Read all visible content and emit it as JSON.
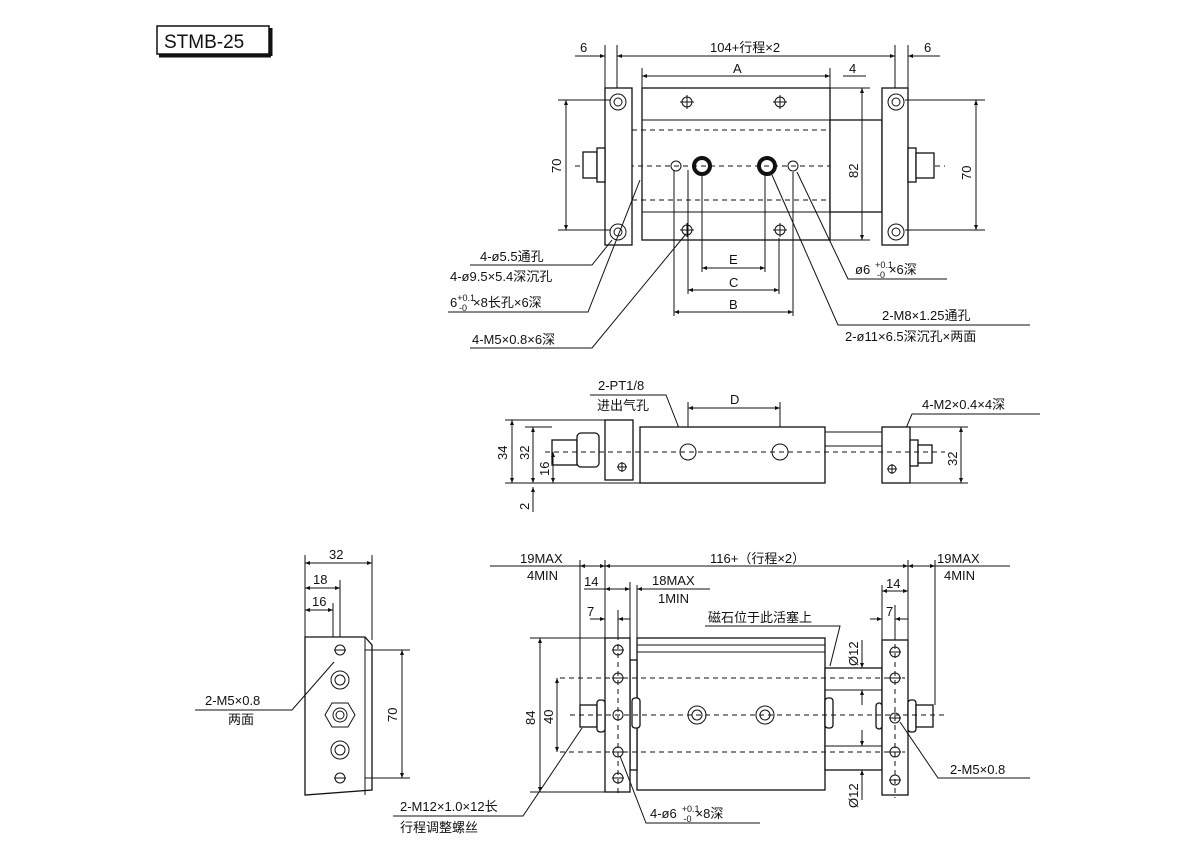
{
  "title": "STMB-25",
  "top_view": {
    "dim_left": "6",
    "dim_total": "104+行程×2",
    "dim_right": "6",
    "dim_a": "A",
    "dim_4": "4",
    "dim_70_left": "70",
    "dim_70_right": "70",
    "dim_82": "82",
    "dim_e": "E",
    "dim_c": "C",
    "dim_b": "B",
    "note_through_hole": "4-ø5.5通孔",
    "note_counterbore": "4-ø9.5×5.4深沉孔",
    "note_slot_base": "6",
    "note_slot_tol_plus": "+0.1",
    "note_slot_tol_minus": "-0",
    "note_slot_rest": "×8长孔×6深",
    "note_m5": "4-M5×0.8×6深",
    "note_pin_base": "ø6",
    "note_pin_tol_plus": "+0.1",
    "note_pin_tol_minus": "-0",
    "note_pin_rest": "×6深",
    "note_m8": "2-M8×1.25通孔",
    "note_m8_cb": "2-ø11×6.5深沉孔×两面"
  },
  "side_view": {
    "port_label": "2-PT1/8",
    "port_desc": "进出气孔",
    "dim_d": "D",
    "note_m2": "4-M2×0.4×4深",
    "dim_34": "34",
    "dim_32_left": "32",
    "dim_16": "16",
    "dim_2": "2",
    "dim_32_right": "32"
  },
  "end_view": {
    "dim_32": "32",
    "dim_18": "18",
    "dim_16": "16",
    "dim_70": "70",
    "note_m5": "2-M5×0.8",
    "note_both": "两面"
  },
  "bottom_view": {
    "left_max": "19MAX",
    "left_min": "4MIN",
    "dim_total": "116+（行程×2）",
    "right_max": "19MAX",
    "right_min": "4MIN",
    "dim_14_left": "14",
    "dim_14_right": "14",
    "dim_7_left": "7",
    "dim_7_right": "7",
    "inner_max": "18MAX",
    "inner_min": "1MIN",
    "magnet_note": "磁石位于此活塞上",
    "dia12_top": "Ø12",
    "dia12_bottom": "Ø12",
    "dim_84": "84",
    "dim_40": "40",
    "note_m12": "2-M12×1.0×12长",
    "note_m12_desc": "行程调整螺丝",
    "note_pin_base": "4-ø6",
    "note_pin_tol_plus": "+0.1",
    "note_pin_tol_minus": "-0",
    "note_pin_rest": "×8深",
    "note_m5": "2-M5×0.8"
  }
}
